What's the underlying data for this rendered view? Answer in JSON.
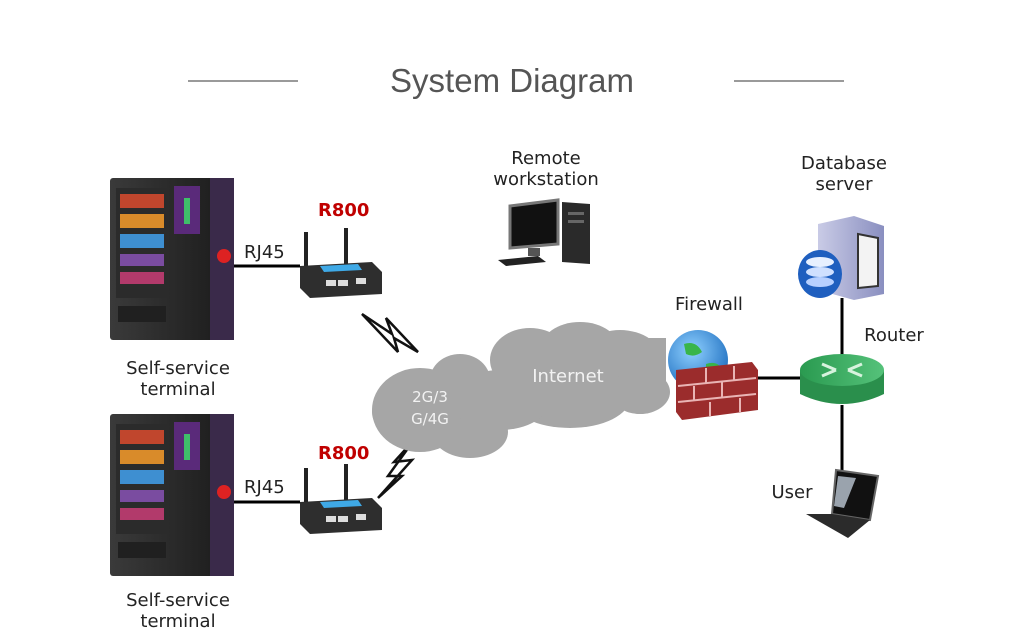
{
  "header": {
    "title": "System Diagram"
  },
  "diagram": {
    "terminals": [
      {
        "label_line1": "Self-service",
        "label_line2": "terminal"
      },
      {
        "label_line1": "Self-service",
        "label_line2": "terminal"
      }
    ],
    "links": [
      {
        "label": "RJ45"
      },
      {
        "label": "RJ45"
      }
    ],
    "routers": [
      {
        "model": "R800"
      },
      {
        "model": "R800"
      }
    ],
    "cloud": {
      "mobile_label_line1": "2G/3",
      "mobile_label_line2": "G/4G",
      "internet_label": "Internet"
    },
    "remote_workstation": {
      "label_line1": "Remote",
      "label_line2": "workstation"
    },
    "firewall": {
      "label": "Firewall"
    },
    "database_server": {
      "label_line1": "Database",
      "label_line2": "server"
    },
    "core_router": {
      "label": "Router"
    },
    "user": {
      "label": "User"
    }
  },
  "colors": {
    "accent_red": "#c00000",
    "cloud_gray": "#a6a6a6",
    "router_green": "#2e9e55",
    "firewall_brick": "#9b2c2c"
  }
}
